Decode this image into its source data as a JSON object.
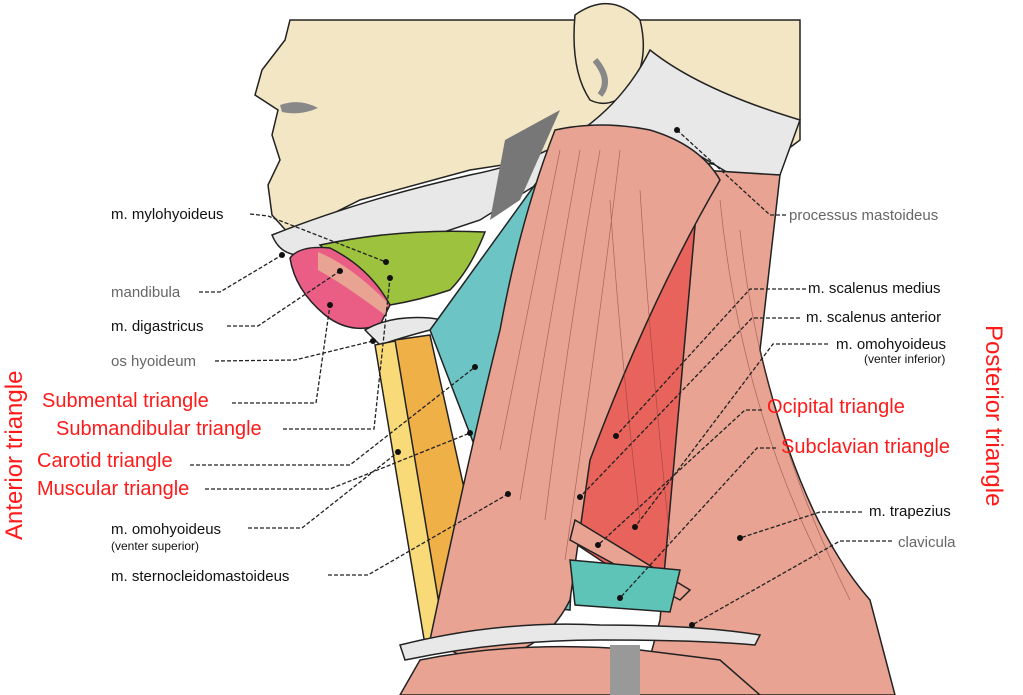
{
  "left_labels": {
    "mylohyoideus": "m. mylohyoideus",
    "mandibula": "mandibula",
    "digastricus": "m. digastricus",
    "os_hyoideum": "os hyoideum",
    "omohyoideus_sup": "m. omohyoideus",
    "omohyoideus_sup_sub": "(venter superior)",
    "sternocleidomastoideus": "m. sternocleidomastoideus"
  },
  "anterior_triangles": {
    "title": "Anterior triangle",
    "submental": "Submental triangle",
    "submandibular": "Submandibular triangle",
    "carotid": "Carotid triangle",
    "muscular": "Muscular triangle"
  },
  "right_labels": {
    "processus_mastoideus": "processus mastoideus",
    "scalenus_medius": "m. scalenus medius",
    "scalenus_anterior": "m. scalenus anterior",
    "omohyoideus_inf": "m. omohyoideus",
    "omohyoideus_inf_sub": "(venter inferior)",
    "trapezius": "m. trapezius",
    "clavicula": "clavicula"
  },
  "posterior_triangles": {
    "title": "Posterior triangle",
    "occipital": "Ocipital triangle",
    "subclavian": "Subclavian triangle"
  },
  "colors": {
    "skin": "#f3e6c4",
    "bone": "#e8e8e8",
    "muscle": "#e8a393",
    "scalene": "#e8635c",
    "teal": "#6cc4c4",
    "yellow": "#f8da78",
    "orange": "#f0b048",
    "green": "#9dc23e",
    "pink": "#ea5e86",
    "label_red": "#ff1a1a"
  }
}
